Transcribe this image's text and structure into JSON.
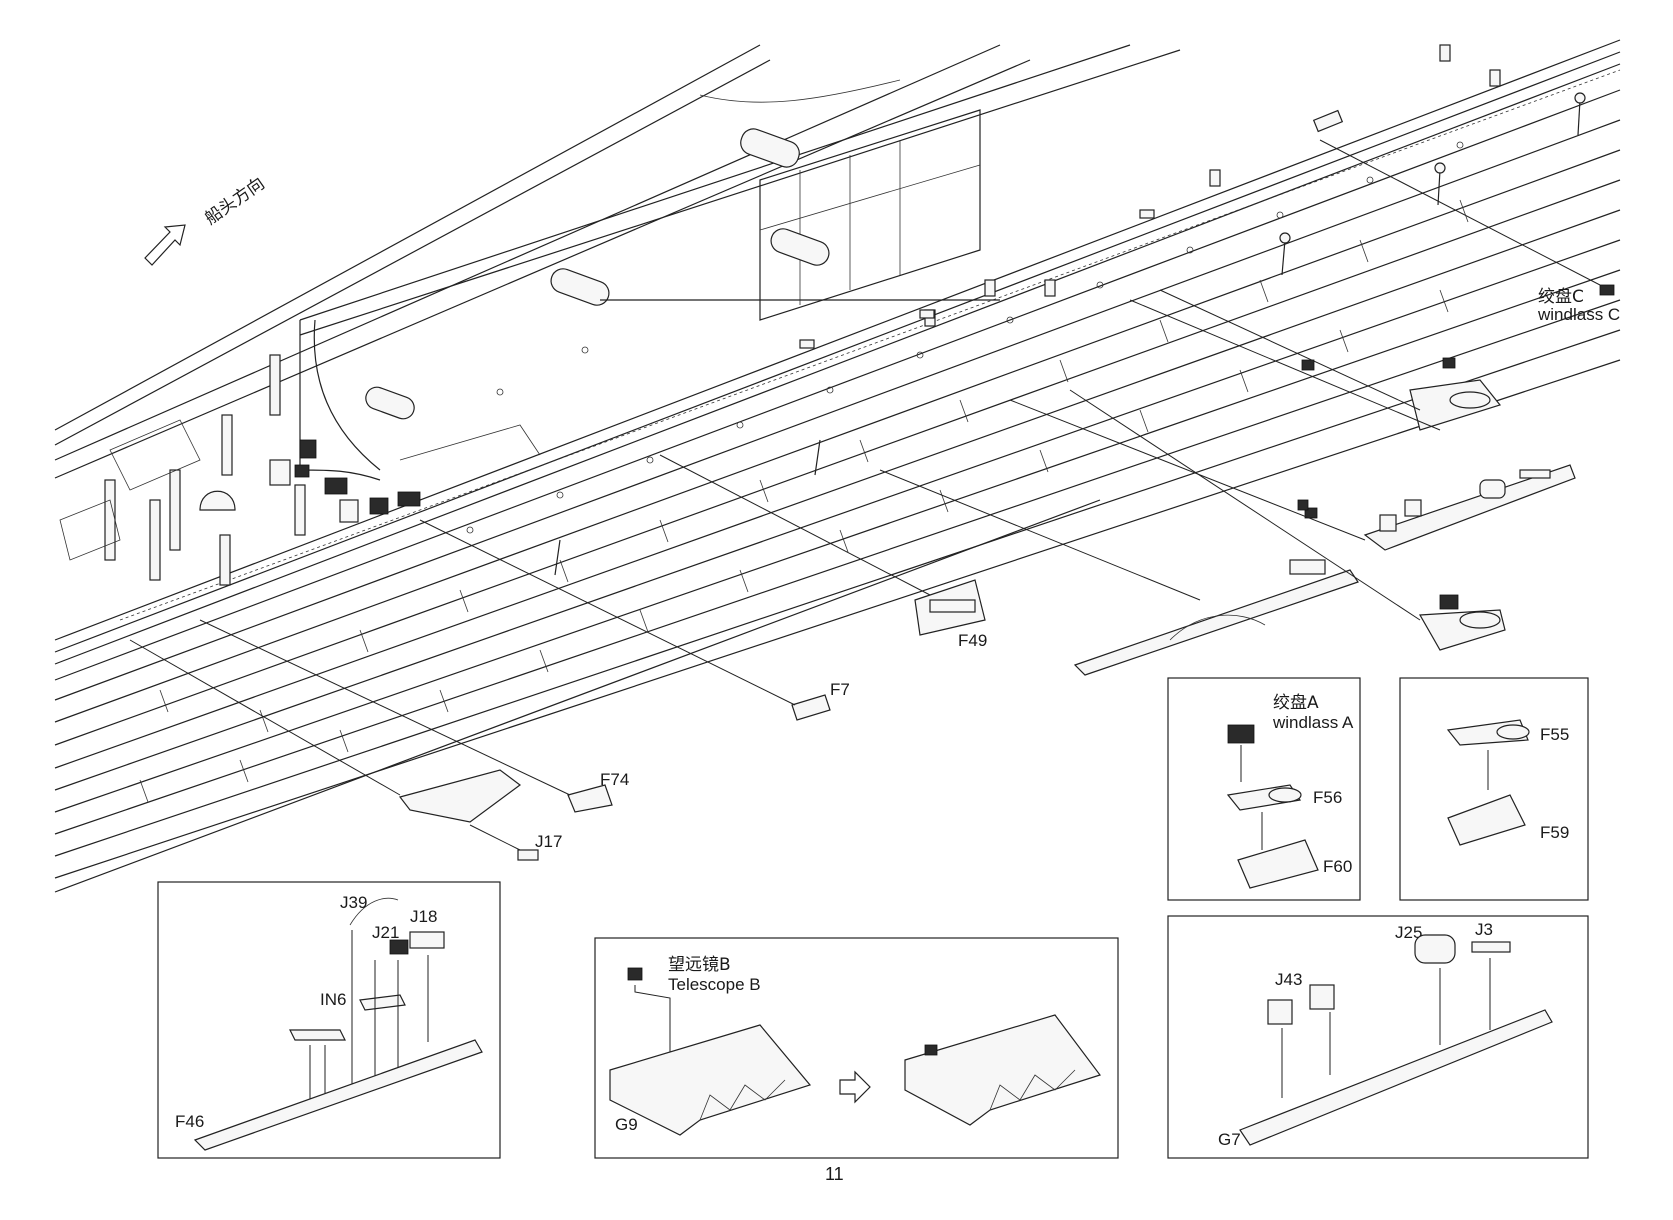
{
  "bow_direction": {
    "text": "船头方向",
    "icon": "arrow-left-down-icon"
  },
  "windlass_c": {
    "cn": "绞盘C",
    "en": "windlass C"
  },
  "main_labels": {
    "f49": "F49",
    "f7": "F7",
    "f74": "F74",
    "j17": "J17"
  },
  "inset_windlass_a": {
    "cn": "绞盘A",
    "en": "windlass A",
    "f56": "F56",
    "f60": "F60"
  },
  "inset_f55": {
    "f55": "F55",
    "f59": "F59"
  },
  "inset_f46": {
    "j39": "J39",
    "j21": "J21",
    "j18": "J18",
    "in6": "IN6",
    "f46": "F46"
  },
  "inset_telescope": {
    "cn": "望远镜B",
    "en": "Telescope B",
    "g9": "G9"
  },
  "inset_g7": {
    "j25": "J25",
    "j3": "J3",
    "j43": "J43",
    "g7": "G7"
  },
  "page_number": "11"
}
